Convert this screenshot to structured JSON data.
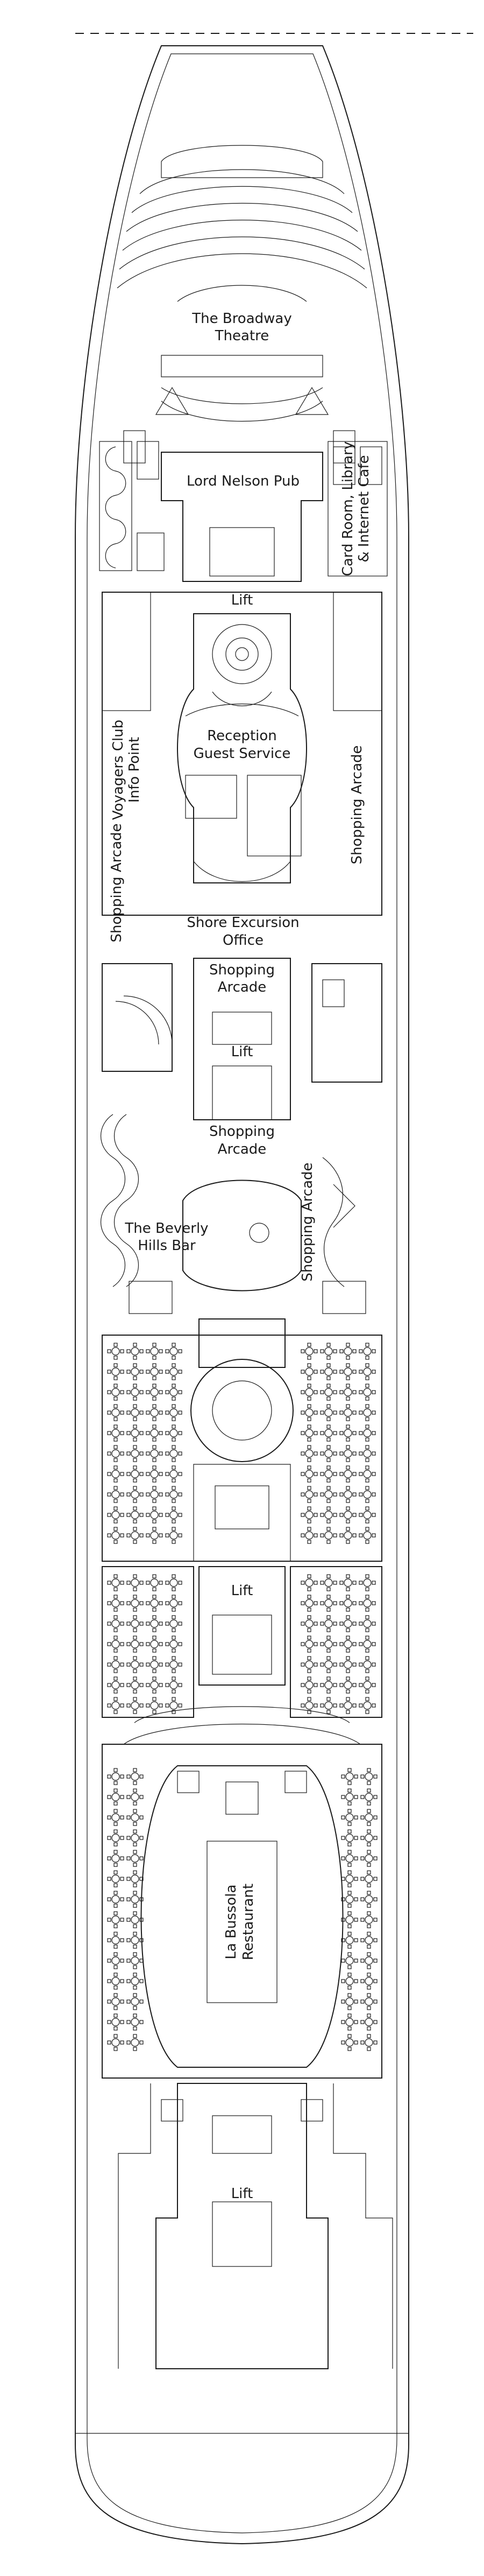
{
  "labels": {
    "broadway": [
      "The Broadway",
      "Theatre"
    ],
    "lord_nelson": "Lord Nelson Pub",
    "lift": "Lift",
    "card_room": [
      "Card Room, Library",
      "& Internet Cafe"
    ],
    "voyagers": [
      "Voyagers Club",
      "Info Point"
    ],
    "reception": [
      "Reception",
      "Guest Service"
    ],
    "shopping_arcade": "Shopping Arcade",
    "shopping_arcade_lines": [
      "Shopping",
      "Arcade"
    ],
    "shore_excursion": [
      "Shore Excursion",
      "Office"
    ],
    "beverly_hills": [
      "The Beverly",
      "Hills Bar"
    ],
    "la_bussola": [
      "La Bussola",
      "Restaurant"
    ]
  },
  "colors": {
    "line": "#1a1a1a",
    "background": "#ffffff"
  }
}
